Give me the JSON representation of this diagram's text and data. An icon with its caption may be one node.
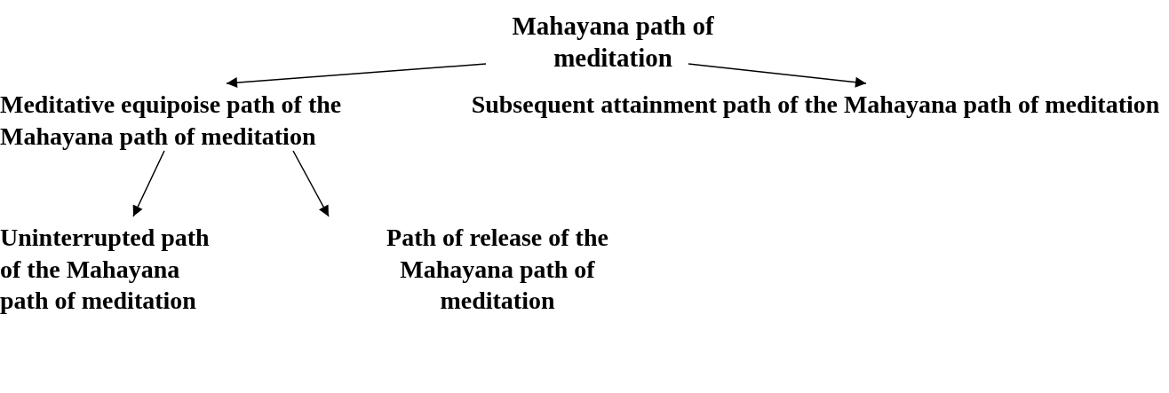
{
  "diagram": {
    "nodes": [
      {
        "text": [
          "Mahayana path of meditation"
        ]
      },
      {
        "text": [
          "Meditative equipoise path of the Mahayana path of meditation"
        ]
      },
      {
        "text": [
          "Subsequent attainment path of the Mahayana path of meditation"
        ]
      },
      {
        "text": [
          "Uninterrupted path of the Mahayana path of meditation"
        ]
      },
      {
        "text": [
          "Path of release of the Mahayana path of meditation"
        ]
      }
    ],
    "edges": [
      {
        "from": 0,
        "to": 1,
        "arrow": "to"
      },
      {
        "from": 0,
        "to": 2,
        "arrow": "to"
      },
      {
        "from": 1,
        "to": 3,
        "arrow": "to"
      },
      {
        "from": 1,
        "to": 4,
        "arrow": "to"
      }
    ]
  }
}
